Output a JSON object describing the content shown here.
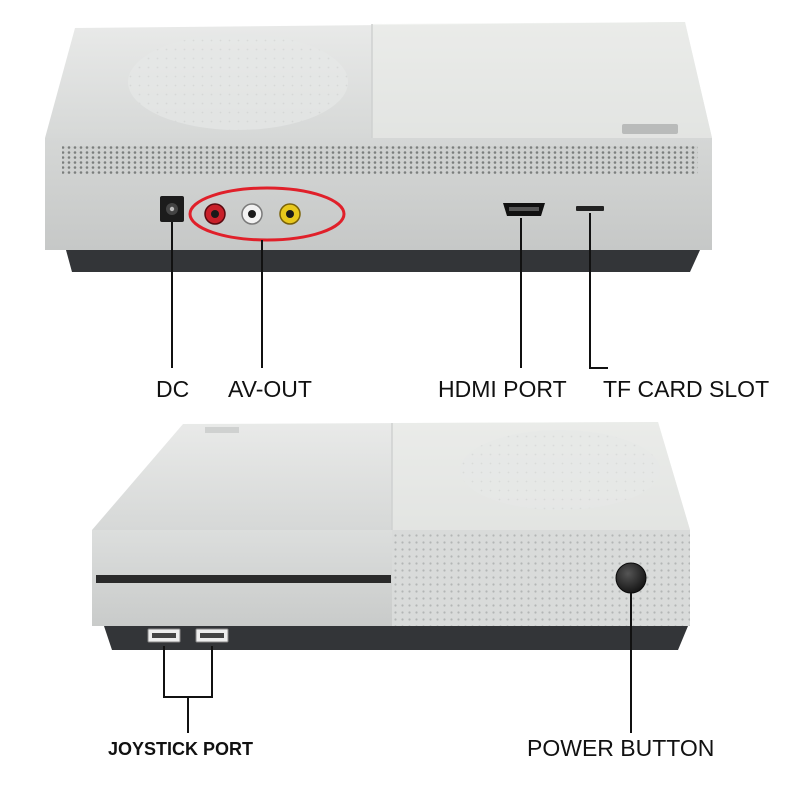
{
  "labels": {
    "dc": "DC",
    "av_out": "AV-OUT",
    "hdmi_port": "HDMI PORT",
    "tf_card_slot": "TF CARD SLOT",
    "joystick_port": "JOYSTICK PORT",
    "power_button": "POWER BUTTON"
  },
  "colors": {
    "highlight_ellipse": "#e0202a",
    "rca_red": "#c8202a",
    "rca_white": "#f2f2f2",
    "rca_yellow": "#e8c81c",
    "console_body": "#dfe1e0",
    "console_base": "#333538",
    "leader_line": "#111111"
  }
}
